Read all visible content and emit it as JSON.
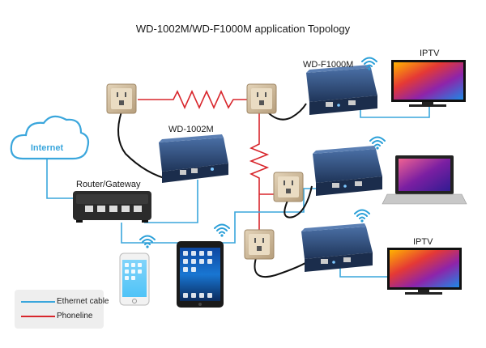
{
  "title": "WD-1002M/WD-F1000M application Topology",
  "labels": {
    "internet": "Internet",
    "router": "Router/Gateway",
    "wd1002m": "WD-1002M",
    "wdf1000m": "WD-F1000M",
    "iptv_top": "IPTV",
    "iptv_bottom": "IPTV"
  },
  "legend": {
    "ethernet": "Ethernet cable",
    "phoneline": "Phoneline"
  },
  "colors": {
    "ethernet": "#3aa6dc",
    "phoneline": "#d8262c",
    "device": "#2e4d7e",
    "socket": "#cdb89a",
    "wifi": "#2a9fd8"
  }
}
